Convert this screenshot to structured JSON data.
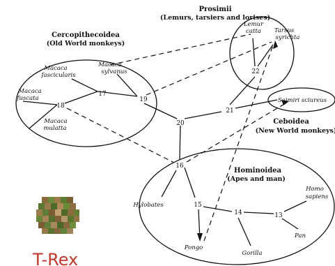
{
  "groups": {
    "prosimii": {
      "title": "Prosimii",
      "subtitle": "(Lemurs, tarsiers and lorises)"
    },
    "cercopithecoidea": {
      "title": "Cercopithecoidea",
      "subtitle": "(Old World monkeys)"
    },
    "ceboidea": {
      "title": "Ceboidea",
      "subtitle": "(New World monkeys)"
    },
    "hominoidea": {
      "title": "Hominoidea",
      "subtitle": "(Apes and man)"
    }
  },
  "taxa": {
    "lemur_line1": "Lemur",
    "lemur_line2": "catta",
    "tarsus_line1": "Tarsus",
    "tarsus_line2": "syrichta",
    "fascicularis_line1": "Macaca",
    "fascicularis_line2": "fascicularis",
    "sylvanus_line1": "Macaca",
    "sylvanus_line2": "sylvanus",
    "fuscata_line1": "Macaca",
    "fuscata_line2": "fuscata",
    "mulatta_line1": "Macaca",
    "mulatta_line2": "mulatta",
    "saimiri": "Saimiri sciureus",
    "hylobates": "Hylobates",
    "pongo": "Pongo",
    "gorilla": "Gorilla",
    "pan": "Pan",
    "homo_line1": "Homo",
    "homo_line2": "sapiens"
  },
  "nodes": {
    "n13": "13",
    "n14": "14",
    "n15": "15",
    "n16": "16",
    "n17": "17",
    "n18": "18",
    "n19": "19",
    "n20": "20",
    "n21": "21",
    "n22": "22"
  },
  "logo": {
    "caption": "T-Rex",
    "icon": "t-rex-mosaic-icon"
  },
  "colors": {
    "ink": "#111111",
    "caption": "#c0392b"
  }
}
